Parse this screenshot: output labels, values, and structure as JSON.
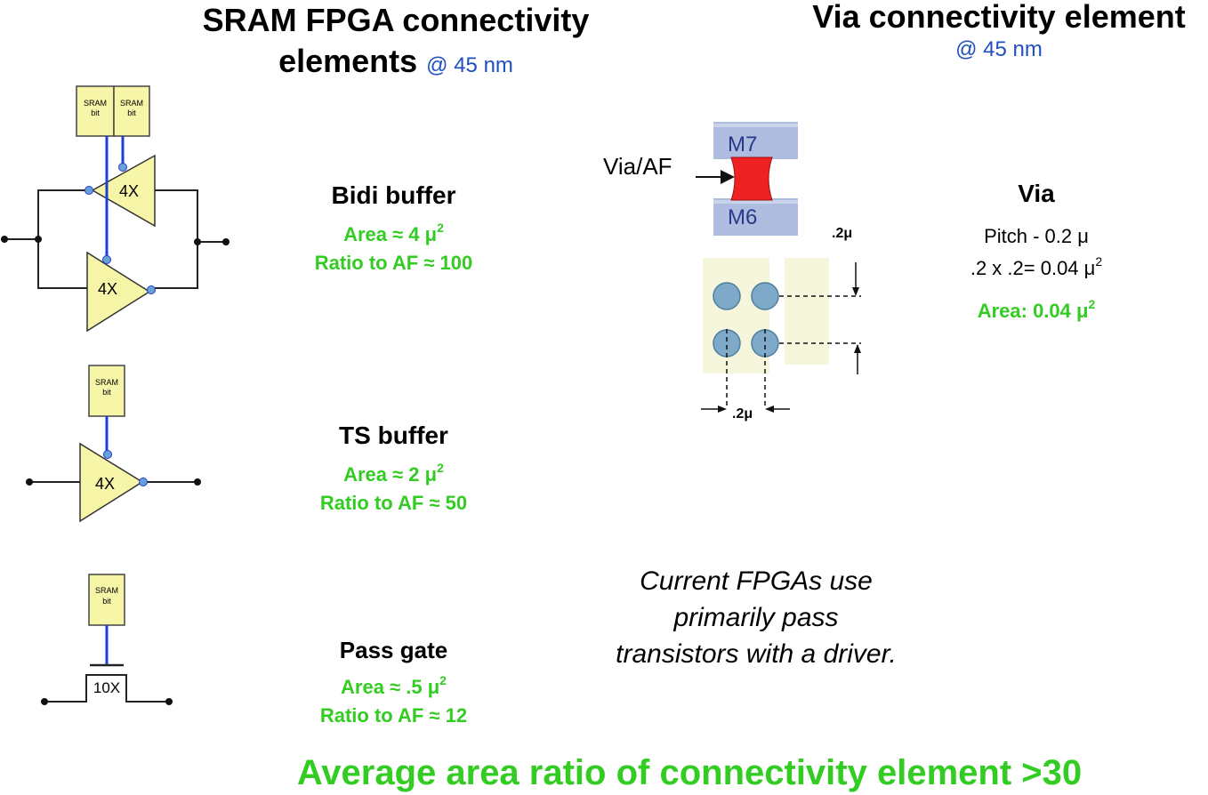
{
  "left_title": {
    "line1": "SRAM FPGA connectivity",
    "line2": "elements",
    "sub": "@ 45 nm"
  },
  "right_title": {
    "line1": "Via connectivity element",
    "sub": "@ 45 nm"
  },
  "bidi": {
    "name": "Bidi buffer",
    "area_label": "Area ≈ 4 μ",
    "ratio": "Ratio to AF ≈ 100"
  },
  "ts": {
    "name": "TS buffer",
    "area_label": "Area ≈ 2 μ",
    "ratio": "Ratio to AF ≈ 50"
  },
  "pass": {
    "name": "Pass gate",
    "area_label": "Area ≈ .5 μ",
    "ratio": "Ratio to AF ≈ 12"
  },
  "via": {
    "label_af": "Via/AF",
    "metal_top": "M7",
    "metal_bottom": "M6",
    "dim_vertical": ".2μ",
    "dim_horizontal": ".2μ",
    "name": "Via",
    "pitch": "Pitch - 0.2 μ",
    "calc": ".2 x .2= 0.04 μ",
    "area_label": "Area:  0.04 μ"
  },
  "diagram_labels": {
    "sram": "SRAM",
    "bit": "bit",
    "buf4x": "4X",
    "pass10x": "10X"
  },
  "note": {
    "line1": "Current FPGAs use",
    "line2": "primarily pass",
    "line3": "transistors with a driver."
  },
  "footer": "Average area ratio of connectivity element >30",
  "superscript": "2",
  "colors": {
    "green": "#33cc22",
    "blue_wire": "#1f3fd0",
    "buffer_fill": "#f7f5a8",
    "title_blue": "#1f4fbf"
  }
}
